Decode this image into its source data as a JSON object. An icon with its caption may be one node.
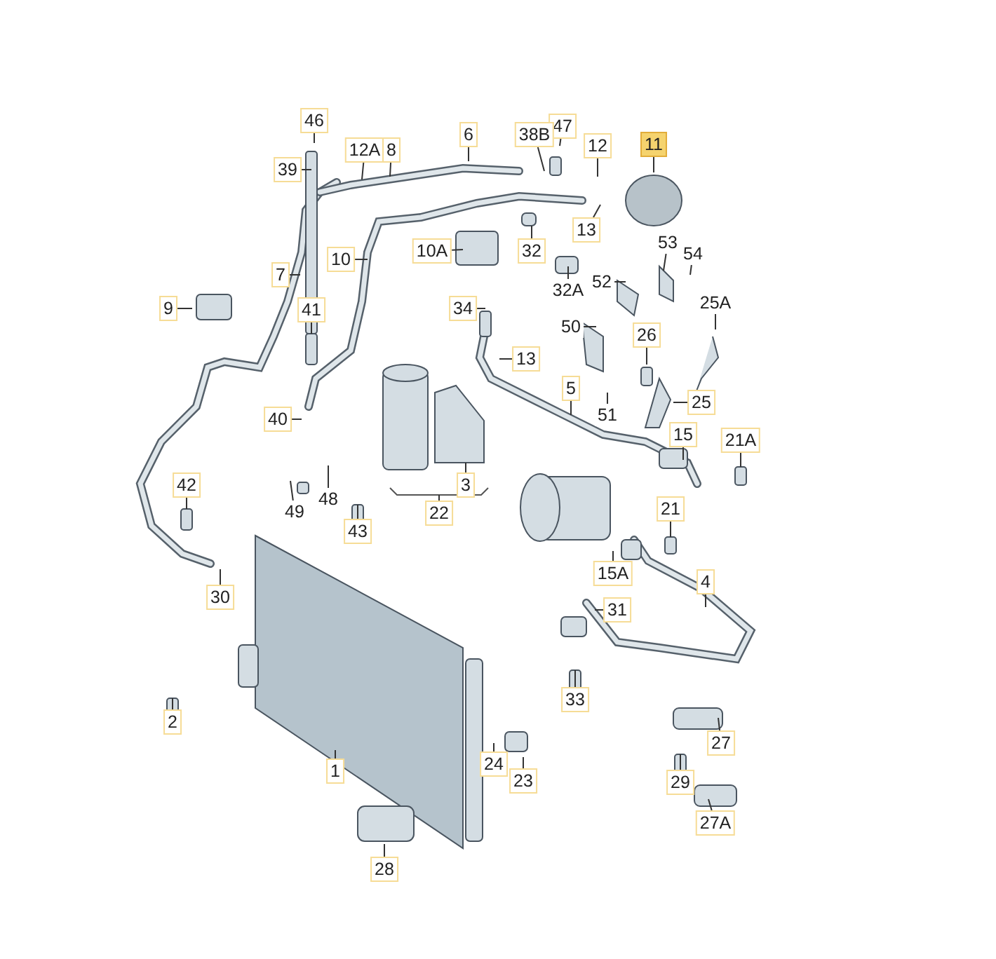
{
  "diagram": {
    "nodes": [
      {
        "text": [
          "46"
        ]
      },
      {
        "text": [
          "47"
        ]
      },
      {
        "text": [
          "6"
        ]
      },
      {
        "text": [
          "38B"
        ]
      },
      {
        "text": [
          "12"
        ]
      },
      {
        "text": [
          "11"
        ]
      },
      {
        "text": [
          "12A"
        ]
      },
      {
        "text": [
          "8"
        ]
      },
      {
        "text": [
          "39"
        ]
      },
      {
        "text": [
          "13"
        ]
      },
      {
        "text": [
          "10A"
        ]
      },
      {
        "text": [
          "32"
        ]
      },
      {
        "text": [
          "10"
        ]
      },
      {
        "text": [
          "53"
        ]
      },
      {
        "text": [
          "54"
        ]
      },
      {
        "text": [
          "7"
        ]
      },
      {
        "text": [
          "32A"
        ]
      },
      {
        "text": [
          "52"
        ]
      },
      {
        "text": [
          "25A"
        ]
      },
      {
        "text": [
          "9"
        ]
      },
      {
        "text": [
          "41"
        ]
      },
      {
        "text": [
          "34"
        ]
      },
      {
        "text": [
          "50"
        ]
      },
      {
        "text": [
          "26"
        ]
      },
      {
        "text": [
          "13"
        ]
      },
      {
        "text": [
          "5"
        ]
      },
      {
        "text": [
          "25"
        ]
      },
      {
        "text": [
          "51"
        ]
      },
      {
        "text": [
          "40"
        ]
      },
      {
        "text": [
          "15"
        ]
      },
      {
        "text": [
          "21A"
        ]
      },
      {
        "text": [
          "42"
        ]
      },
      {
        "text": [
          "3"
        ]
      },
      {
        "text": [
          "48"
        ]
      },
      {
        "text": [
          "49"
        ]
      },
      {
        "text": [
          "22"
        ]
      },
      {
        "text": [
          "21"
        ]
      },
      {
        "text": [
          "43"
        ]
      },
      {
        "text": [
          "15A"
        ]
      },
      {
        "text": [
          "4"
        ]
      },
      {
        "text": [
          "30"
        ]
      },
      {
        "text": [
          "31"
        ]
      },
      {
        "text": [
          "33"
        ]
      },
      {
        "text": [
          "2"
        ]
      },
      {
        "text": [
          "27"
        ]
      },
      {
        "text": [
          "29"
        ]
      },
      {
        "text": [
          "1"
        ]
      },
      {
        "text": [
          "24"
        ]
      },
      {
        "text": [
          "23"
        ]
      },
      {
        "text": [
          "27A"
        ]
      },
      {
        "text": [
          "28"
        ]
      }
    ],
    "edges": [
      {
        "from": 0,
        "to": null,
        "arrow": "none"
      },
      {
        "from": 1,
        "to": null,
        "arrow": "none"
      },
      {
        "from": 2,
        "to": null,
        "arrow": "none"
      },
      {
        "from": 3,
        "to": null,
        "arrow": "none"
      },
      {
        "from": 4,
        "to": null,
        "arrow": "none"
      },
      {
        "from": 5,
        "to": null,
        "arrow": "none"
      },
      {
        "from": 6,
        "to": null,
        "arrow": "none"
      },
      {
        "from": 7,
        "to": null,
        "arrow": "none"
      },
      {
        "from": 8,
        "to": null,
        "arrow": "none"
      },
      {
        "from": 9,
        "to": null,
        "arrow": "none"
      },
      {
        "from": 10,
        "to": null,
        "arrow": "none"
      },
      {
        "from": 11,
        "to": null,
        "arrow": "none"
      },
      {
        "from": 12,
        "to": null,
        "arrow": "none"
      },
      {
        "from": 13,
        "to": null,
        "arrow": "none"
      },
      {
        "from": 14,
        "to": null,
        "arrow": "none"
      },
      {
        "from": 15,
        "to": null,
        "arrow": "none"
      },
      {
        "from": 16,
        "to": null,
        "arrow": "none"
      },
      {
        "from": 17,
        "to": null,
        "arrow": "none"
      },
      {
        "from": 18,
        "to": null,
        "arrow": "none"
      },
      {
        "from": 19,
        "to": null,
        "arrow": "none"
      },
      {
        "from": 20,
        "to": null,
        "arrow": "none"
      },
      {
        "from": 21,
        "to": null,
        "arrow": "none"
      },
      {
        "from": 22,
        "to": null,
        "arrow": "none"
      },
      {
        "from": 23,
        "to": null,
        "arrow": "none"
      },
      {
        "from": 24,
        "to": null,
        "arrow": "none"
      },
      {
        "from": 25,
        "to": null,
        "arrow": "none"
      },
      {
        "from": 26,
        "to": null,
        "arrow": "none"
      },
      {
        "from": 27,
        "to": null,
        "arrow": "none"
      },
      {
        "from": 28,
        "to": null,
        "arrow": "none"
      },
      {
        "from": 29,
        "to": null,
        "arrow": "none"
      },
      {
        "from": 30,
        "to": null,
        "arrow": "none"
      },
      {
        "from": 31,
        "to": null,
        "arrow": "none"
      },
      {
        "from": 32,
        "to": null,
        "arrow": "none"
      },
      {
        "from": 33,
        "to": null,
        "arrow": "none"
      },
      {
        "from": 34,
        "to": null,
        "arrow": "none"
      },
      {
        "from": 35,
        "to": null,
        "arrow": "none"
      },
      {
        "from": 36,
        "to": null,
        "arrow": "none"
      },
      {
        "from": 37,
        "to": null,
        "arrow": "none"
      },
      {
        "from": 38,
        "to": null,
        "arrow": "none"
      },
      {
        "from": 39,
        "to": null,
        "arrow": "none"
      },
      {
        "from": 40,
        "to": null,
        "arrow": "none"
      },
      {
        "from": 41,
        "to": null,
        "arrow": "none"
      },
      {
        "from": 42,
        "to": null,
        "arrow": "none"
      },
      {
        "from": 43,
        "to": null,
        "arrow": "none"
      },
      {
        "from": 44,
        "to": null,
        "arrow": "none"
      },
      {
        "from": 45,
        "to": null,
        "arrow": "none"
      },
      {
        "from": 46,
        "to": null,
        "arrow": "none"
      },
      {
        "from": 47,
        "to": null,
        "arrow": "none"
      },
      {
        "from": 48,
        "to": null,
        "arrow": "none"
      },
      {
        "from": 49,
        "to": null,
        "arrow": "none"
      },
      {
        "from": 50,
        "to": null,
        "arrow": "none"
      }
    ]
  }
}
